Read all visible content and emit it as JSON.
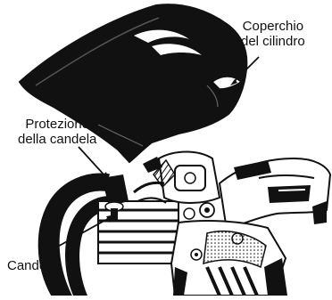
{
  "diagram": {
    "labels": {
      "cylinder_cover": [
        "Coperchio",
        "del cilindro"
      ],
      "spark_plug_guard": [
        "Protezione",
        "della candela"
      ],
      "spark_plug": "Candela"
    },
    "colors": {
      "ink": "#111111",
      "paper": "#ffffff",
      "shade": "#8a8a8a"
    }
  }
}
